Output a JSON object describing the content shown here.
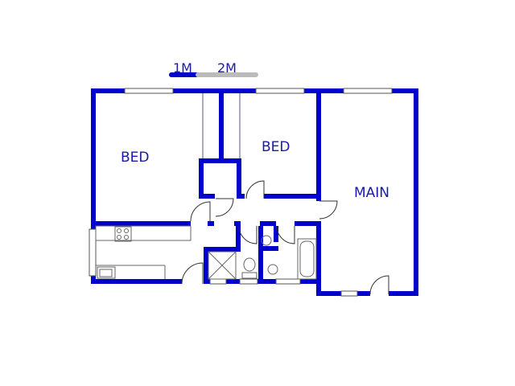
{
  "scale_bar": {
    "label_1": "1M",
    "label_2": "2M"
  },
  "rooms": {
    "bed_1": "BED",
    "bed_2": "BED",
    "main": "MAIN"
  },
  "colors": {
    "wall": "#0000cc",
    "label": "#1a1aa6",
    "fixture": "#666666",
    "scale_dark": "#0000cc",
    "scale_light": "#bbbbbb"
  }
}
